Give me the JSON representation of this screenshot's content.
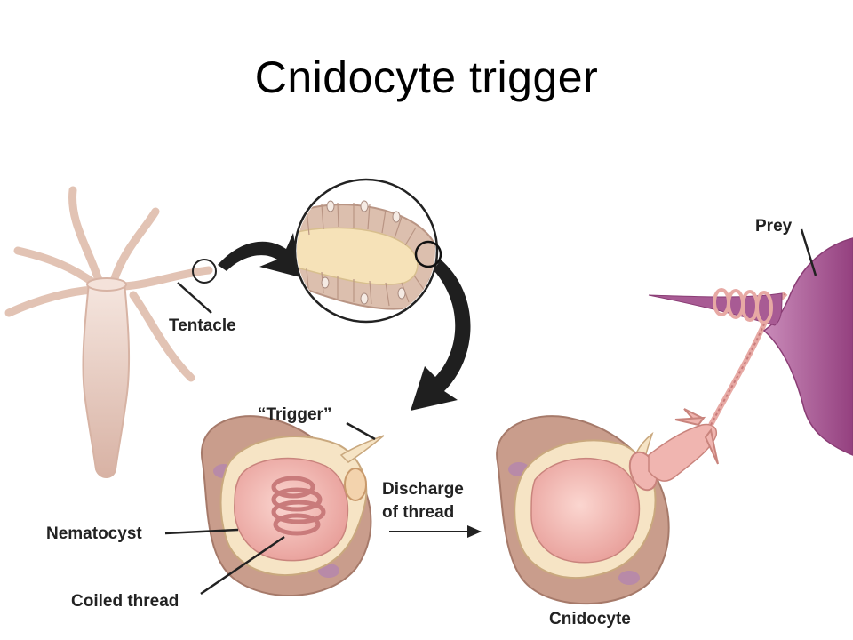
{
  "title": "Cnidocyte trigger",
  "labels": {
    "tentacle": "Tentacle",
    "trigger": "“Trigger”",
    "nematocyst": "Nematocyst",
    "coiled_thread": "Coiled thread",
    "discharge_line1": "Discharge",
    "discharge_line2": "of thread",
    "prey": "Prey",
    "cnidocyte": "Cnidocyte"
  },
  "colors": {
    "hydra_body": "#e8c8b8",
    "cell_tan": "#c9a08d",
    "cell_cream": "#f7e7c6",
    "capsule_pink": "#f0b5b0",
    "thread_pink": "#c97b7b",
    "prey_purple": "#a85b94",
    "arrow_black": "#1a1a1a"
  }
}
